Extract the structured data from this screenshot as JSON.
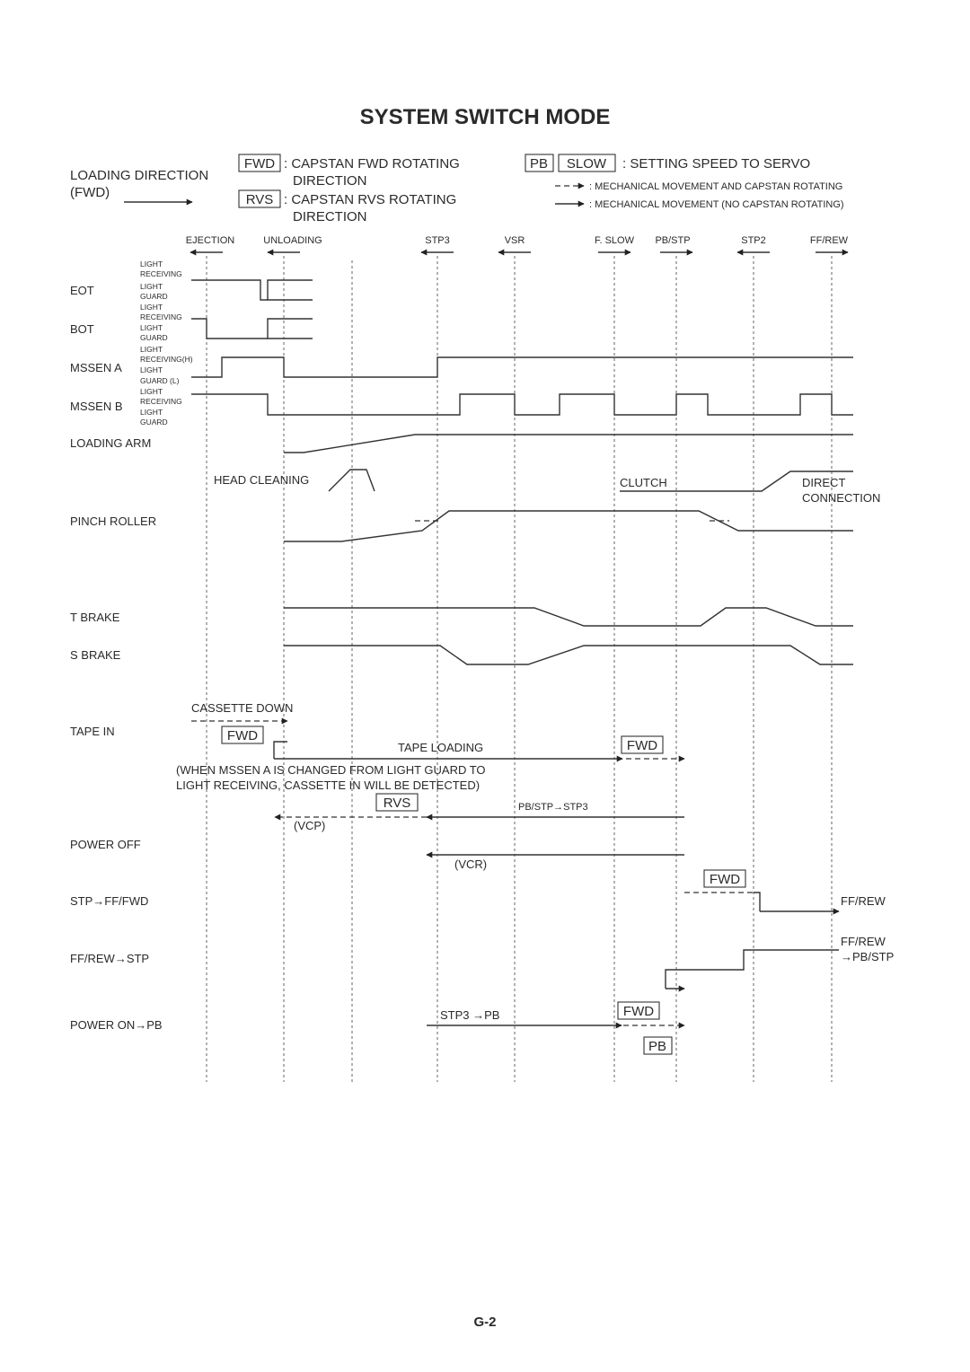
{
  "title": "SYSTEM SWITCH MODE",
  "legend": {
    "loading_direction": "LOADING DIRECTION",
    "loading_direction_fwd": "(FWD)",
    "fwd_box": "FWD",
    "fwd_desc_1": ": CAPSTAN FWD ROTATING",
    "fwd_desc_2": "DIRECTION",
    "rvs_box": "RVS",
    "rvs_desc_1": ": CAPSTAN RVS ROTATING",
    "rvs_desc_2": "DIRECTION",
    "pb_box": "PB",
    "slow_box": "SLOW",
    "speed_desc": ": SETTING SPEED TO SERVO",
    "dashed_desc": ": MECHANICAL MOVEMENT AND CAPSTAN ROTATING",
    "solid_desc": ": MECHANICAL MOVEMENT (NO CAPSTAN ROTATING)"
  },
  "modes": [
    "EJECTION",
    "UNLOADING",
    "STP3",
    "VSR",
    "F. SLOW",
    "PB/STP",
    "STP2",
    "FF/REW"
  ],
  "signals": {
    "eot": "EOT",
    "bot": "BOT",
    "mssen_a": "MSSEN A",
    "mssen_b": "MSSEN B",
    "loading_arm": "LOADING ARM",
    "pinch_roller": "PINCH ROLLER",
    "t_brake": "T BRAKE",
    "s_brake": "S BRAKE",
    "tape_in": "TAPE IN",
    "power_off": "POWER OFF",
    "stp_ff_fwd": "STP→FF/FWD",
    "ff_rew_stp": "FF/REW→STP",
    "power_on_pb": "POWER ON→PB"
  },
  "level_labels": {
    "light": "LIGHT",
    "receiving": "RECEIVING",
    "receiving_h": "RECEIVING(H)",
    "guard": "GUARD",
    "guard_l": "GUARD (L)"
  },
  "annotations": {
    "head_cleaning": "HEAD CLEANING",
    "clutch": "CLUTCH",
    "direct": "DIRECT",
    "connection": "CONNECTION",
    "cassette_down": "CASSETTE DOWN",
    "fwd": "FWD",
    "tape_loading": "TAPE LOADING",
    "note_1": "(WHEN MSSEN A IS CHANGED FROM LIGHT GUARD TO",
    "note_2": "LIGHT RECEIVING, CASSETTE IN WILL BE DETECTED)",
    "rvs": "RVS",
    "pb_stp_stp3": "PB/STP→STP3",
    "vcp": "(VCP)",
    "vcr": "(VCR)",
    "ff_rew": "FF/REW",
    "ff_rew_pb_stp_1": "FF/REW",
    "ff_rew_pb_stp_2": "→PB/STP",
    "stp3_pb": "STP3 →PB",
    "pb": "PB"
  },
  "page_number": "G-2"
}
